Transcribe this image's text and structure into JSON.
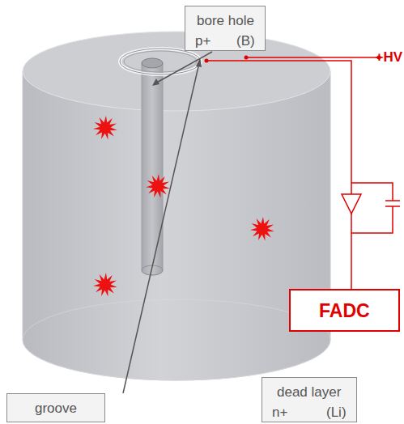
{
  "diagram": {
    "nodes": [
      {
        "text": [
          "bore hole",
          "p+",
          "(B)"
        ]
      },
      {
        "text": [
          "FADC"
        ]
      },
      {
        "text": [
          "groove"
        ]
      },
      {
        "text": [
          "dead layer",
          "n+",
          "(Li)"
        ]
      }
    ],
    "labels": [
      "+HV"
    ]
  }
}
